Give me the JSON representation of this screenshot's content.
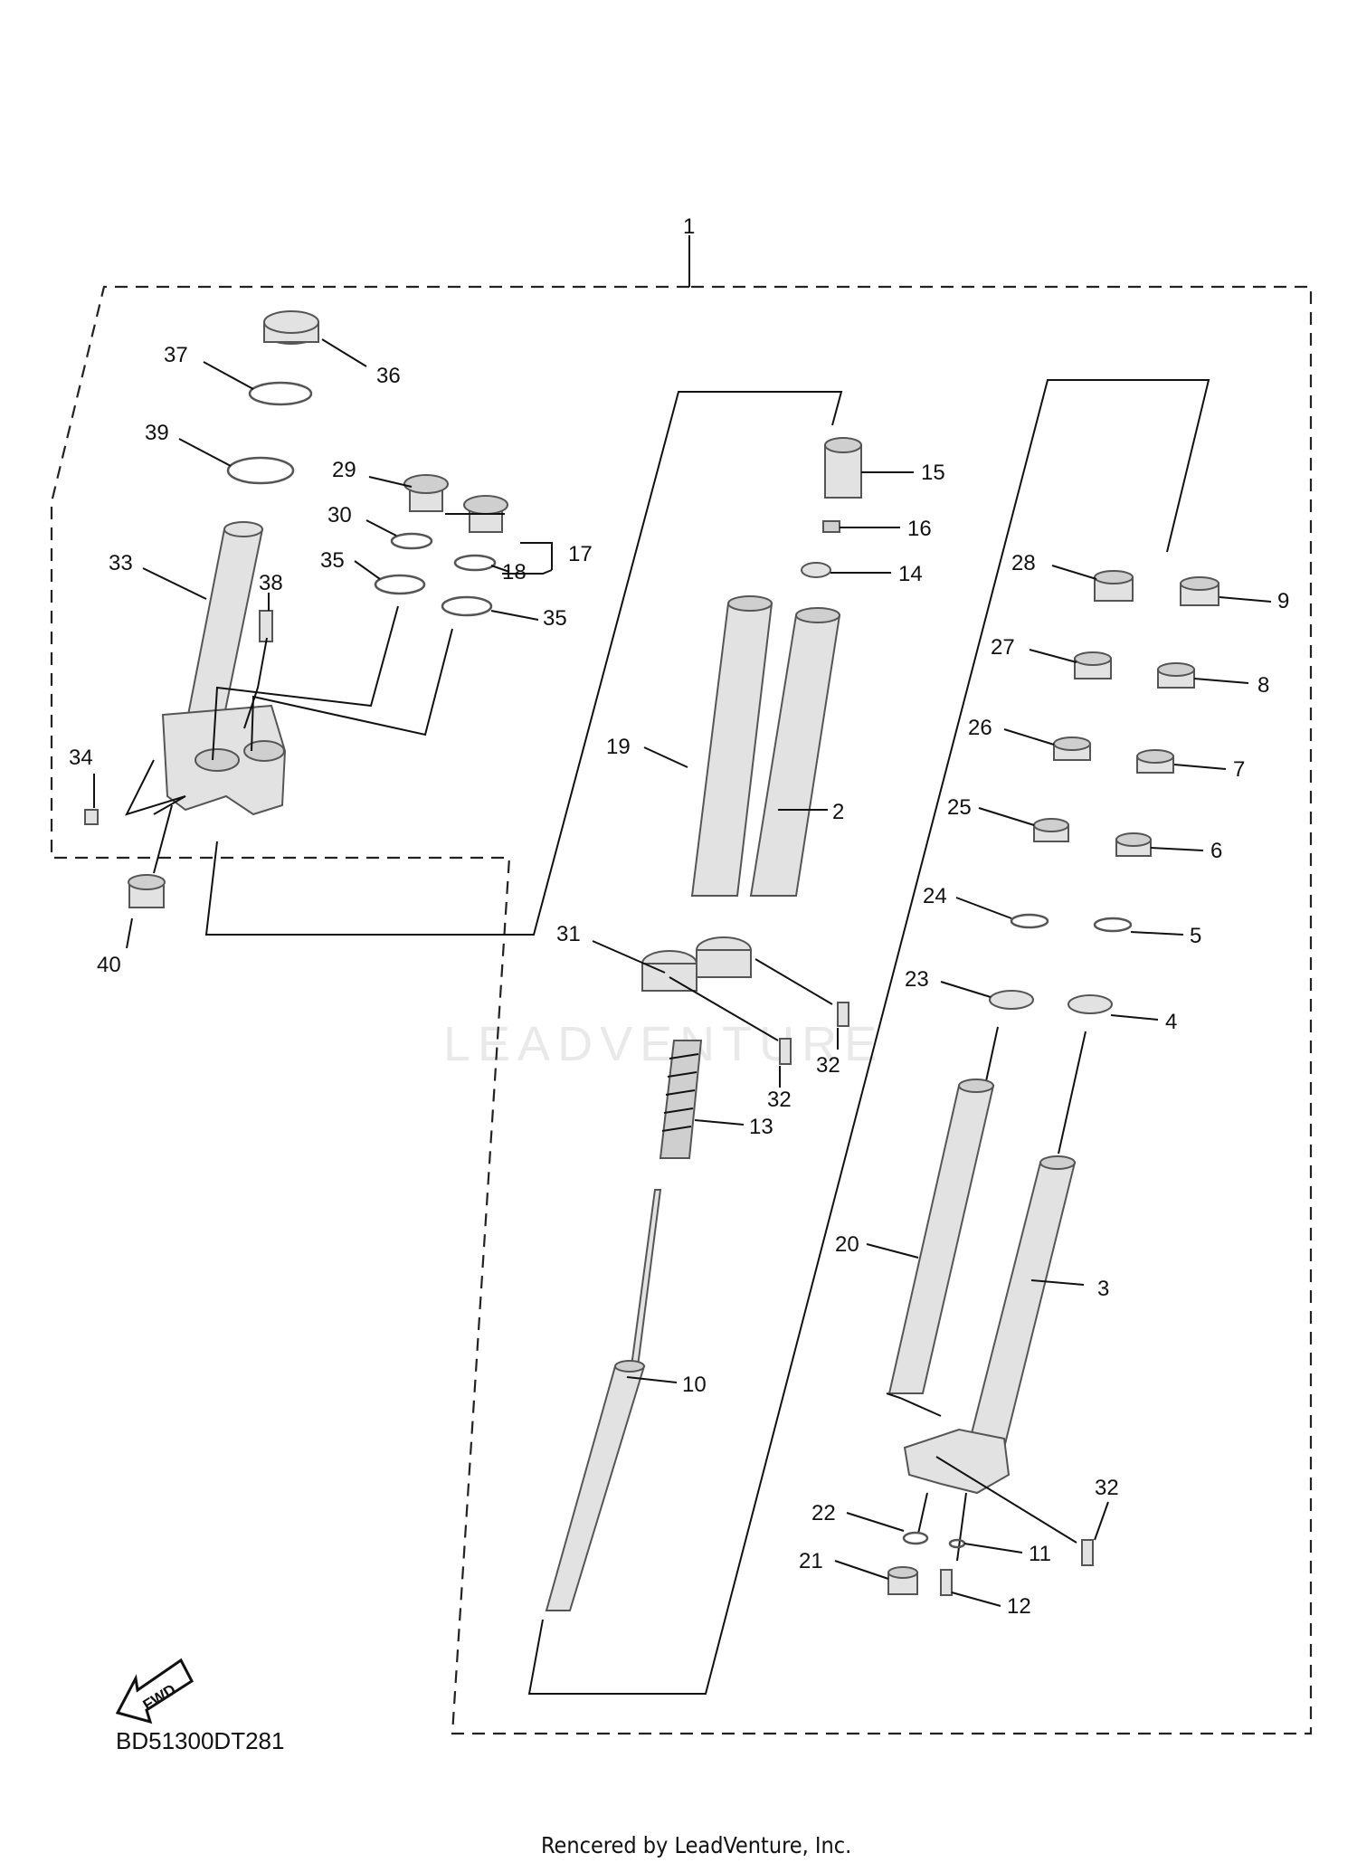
{
  "diagram_code": "BD51300DT281",
  "fwd_label": "FWD",
  "credit": "Rencered by LeadVenture, Inc.",
  "watermark": "LEADVENTURE",
  "callouts": {
    "c1": "1",
    "c2": "2",
    "c3": "3",
    "c4": "4",
    "c5": "5",
    "c6": "6",
    "c7": "7",
    "c8": "8",
    "c9": "9",
    "c10": "10",
    "c11": "11",
    "c12": "12",
    "c13": "13",
    "c14": "14",
    "c15": "15",
    "c16": "16",
    "c17": "17",
    "c18": "18",
    "c19": "19",
    "c20": "20",
    "c21": "21",
    "c22": "22",
    "c23": "23",
    "c24": "24",
    "c25": "25",
    "c26": "26",
    "c27": "27",
    "c28": "28",
    "c29": "29",
    "c30": "30",
    "c31": "31",
    "c32": "32",
    "c33": "33",
    "c34": "34",
    "c35": "35",
    "c36": "36",
    "c37": "37",
    "c38": "38",
    "c39": "39",
    "c40": "40"
  }
}
